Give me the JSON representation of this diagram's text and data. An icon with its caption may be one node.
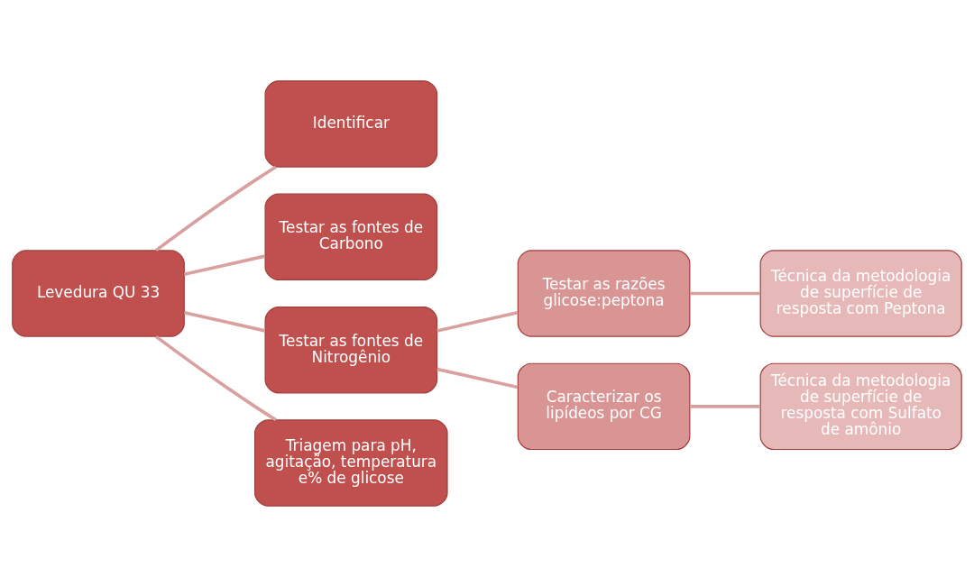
{
  "diagram": {
    "nodes": [
      {
        "text": [
          "Levedura QU 33"
        ]
      },
      {
        "text": [
          "Identificar"
        ]
      },
      {
        "text": [
          "Testar as fontes de Carbono"
        ]
      },
      {
        "text": [
          "Testar as fontes de Nitrogênio"
        ]
      },
      {
        "text": [
          "Triagem para pH, agitação, temperatura e% de glicose"
        ]
      },
      {
        "text": [
          "Testar as razões glicose:peptona"
        ]
      },
      {
        "text": [
          "Técnica da metodologia de superfície de resposta com Peptona"
        ]
      },
      {
        "text": [
          "Caracterizar os lipídeos por CG"
        ]
      },
      {
        "text": [
          "Técnica da metodologia de superfície de resposta com Sulfato de amônio"
        ]
      }
    ],
    "edges": [
      {
        "from": 0,
        "to": 1,
        "arrow": "none"
      },
      {
        "from": 0,
        "to": 2,
        "arrow": "none"
      },
      {
        "from": 0,
        "to": 3,
        "arrow": "none"
      },
      {
        "from": 0,
        "to": 4,
        "arrow": "none"
      },
      {
        "from": 3,
        "to": 5,
        "arrow": "none"
      },
      {
        "from": 3,
        "to": 7,
        "arrow": "none"
      },
      {
        "from": 5,
        "to": 6,
        "arrow": "none"
      },
      {
        "from": 7,
        "to": 8,
        "arrow": "none"
      }
    ]
  }
}
